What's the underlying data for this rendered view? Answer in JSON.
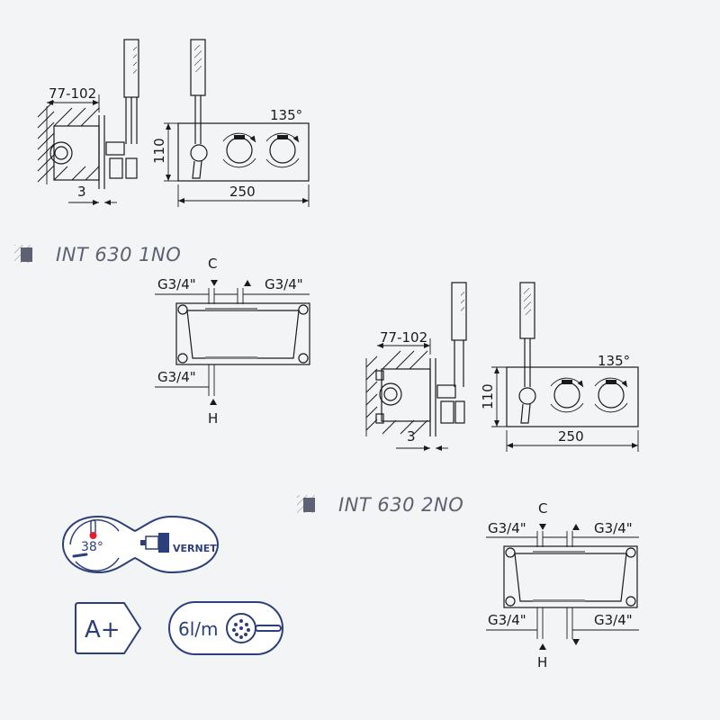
{
  "diagram_1": {
    "depth": "77-102",
    "offset": "3",
    "height": "110",
    "width": "250",
    "angle": "135°"
  },
  "model_1": {
    "name": "INT 630 1NO"
  },
  "plan_1": {
    "c_label": "C",
    "h_label": "H",
    "top_left": "G3/4\"",
    "top_right": "G3/4\"",
    "bottom_left": "G3/4\""
  },
  "diagram_2": {
    "depth": "77-102",
    "offset": "3",
    "height": "110",
    "width": "250",
    "angle": "135°"
  },
  "model_2": {
    "name": "INT 630 2NO"
  },
  "plan_2": {
    "c_label": "C",
    "h_label": "H",
    "top_left": "G3/4\"",
    "top_right": "G3/4\"",
    "bottom_left": "G3/4\"",
    "bottom_right": "G3/4\""
  },
  "badges": {
    "temperature": "38°",
    "brand": "VERNET",
    "energy_class": "A+",
    "flow": "6l/m"
  }
}
